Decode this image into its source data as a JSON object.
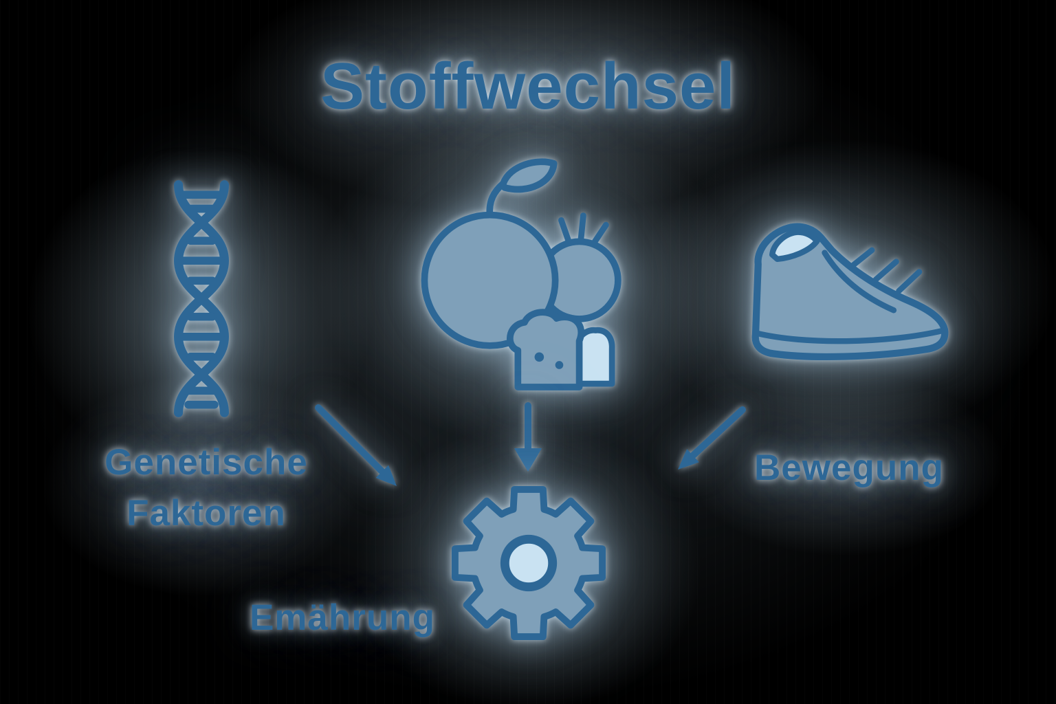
{
  "diagram": {
    "title": "Stoffwechsel",
    "nodes": {
      "genetic": {
        "line1": "Genetische",
        "line2": "Faktoren",
        "icon": "dna-icon"
      },
      "nutrition": {
        "label": "Emährung",
        "icon": "food-icon"
      },
      "movement": {
        "label": "Bewegung",
        "icon": "shoe-icon"
      },
      "center": {
        "icon": "gear-icon"
      }
    }
  },
  "colors": {
    "accent": "#2d6796",
    "icon-fill": "#7fa0b9",
    "icon-fill-light": "#c9e2f2",
    "glow": "#dcedfa",
    "background": "#000000"
  }
}
